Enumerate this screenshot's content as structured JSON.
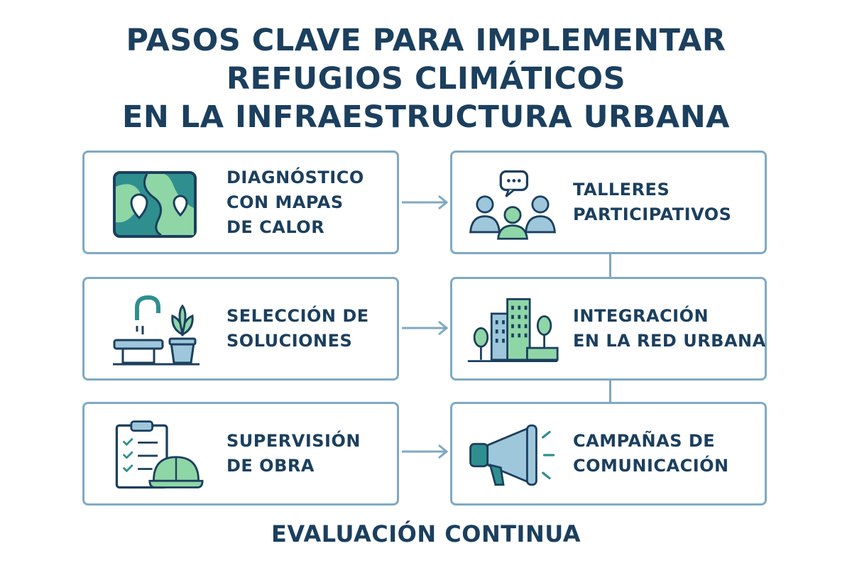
{
  "title_lines": [
    "PASOS CLAVE PARA IMPLEMENTAR",
    "REFUGIOS CLIMÁTICOS",
    "EN LA INFRAESTRUCTURA URBANA"
  ],
  "steps": [
    {
      "lines": [
        "DIAGNÓSTICO",
        "CON MAPAS",
        "DE CALOR"
      ],
      "icon": "heat-map-icon"
    },
    {
      "lines": [
        "TALLERES",
        "PARTICIPATIVOS"
      ],
      "icon": "workshop-people-icon"
    },
    {
      "lines": [
        "SELECCIÓN DE",
        "SOLUCIONES"
      ],
      "icon": "fountain-plant-icon"
    },
    {
      "lines": [
        "INTEGRACIÓN",
        "EN LA RED URBANA"
      ],
      "icon": "city-buildings-icon"
    },
    {
      "lines": [
        "SUPERVISIÓN",
        "DE OBRA"
      ],
      "icon": "clipboard-helmet-icon"
    },
    {
      "lines": [
        "CAMPAÑAS DE",
        "COMUNICACIÓN"
      ],
      "icon": "megaphone-icon"
    }
  ],
  "footer": "EVALUACIÓN CONTINUA",
  "colors": {
    "navy": "#1b3f5e",
    "border": "#7fa9c3",
    "teal": "#2f8f8f",
    "green": "#8fd6a6",
    "lightblue": "#9fc7dc"
  }
}
